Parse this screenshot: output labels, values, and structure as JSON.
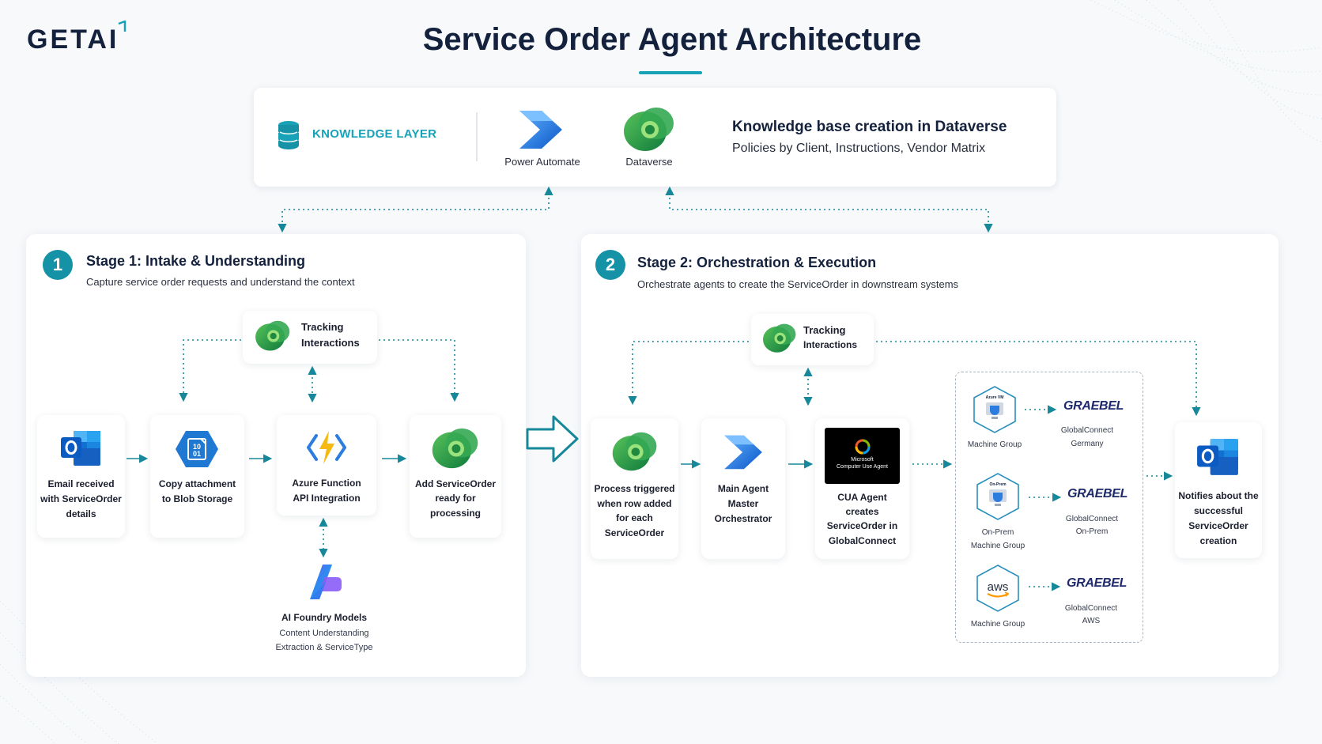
{
  "logo": "GETAI",
  "title": "Service Order Agent Architecture",
  "knowledge": {
    "label": "KNOWLEDGE LAYER",
    "tool1": "Power Automate",
    "tool2": "Dataverse",
    "heading": "Knowledge base creation in Dataverse",
    "desc": "Policies by Client, Instructions, Vendor Matrix"
  },
  "stage1": {
    "number": "1",
    "title": "Stage 1: Intake & Understanding",
    "subtitle": "Capture service order requests and understand the context",
    "tracking": [
      "Tracking",
      "Interactions"
    ],
    "steps": [
      [
        "Email received",
        "with ServiceOrder",
        "details"
      ],
      [
        "Copy attachment",
        "to Blob Storage"
      ],
      [
        "Azure Function",
        "API Integration"
      ],
      [
        "Add ServiceOrder",
        "ready for",
        "processing"
      ]
    ],
    "foundry": {
      "title": "AI Foundry Models",
      "line1": "Content Understanding",
      "line2": "Extraction & ServiceType"
    }
  },
  "stage2": {
    "number": "2",
    "title": "Stage 2: Orchestration & Execution",
    "subtitle": "Orchestrate agents to create the ServiceOrder in downstream systems",
    "tracking": [
      "Tracking",
      "Interactions"
    ],
    "steps": [
      [
        "Process triggered",
        "when row added",
        "for each",
        "ServiceOrder"
      ],
      [
        "Main Agent",
        "Master",
        "Orchestrator"
      ],
      [
        "CUA Agent",
        "creates",
        "ServiceOrder in",
        "GlobalConnect"
      ],
      [
        "Notifies about the",
        "successful",
        "ServiceOrder",
        "creation"
      ]
    ],
    "cua_badge": [
      "Microsoft",
      "Computer Use Agent"
    ],
    "machines": [
      {
        "hex": "Azure VM",
        "label": [
          "Machine Group"
        ],
        "target": [
          "GlobalConnect",
          "Germany"
        ]
      },
      {
        "hex": "On-Prem",
        "label": [
          "On-Prem",
          "Machine Group"
        ],
        "target": [
          "GlobalConnect",
          "On-Prem"
        ]
      },
      {
        "hex": "aws",
        "label": [
          "Machine Group"
        ],
        "target": [
          "GlobalConnect",
          "AWS"
        ]
      }
    ],
    "brand": "GRAEBEL"
  },
  "colors": {
    "accent": "#0f8f9e",
    "navy": "#14213d",
    "green": "#2e9d4a",
    "blue": "#1f6fd1"
  }
}
